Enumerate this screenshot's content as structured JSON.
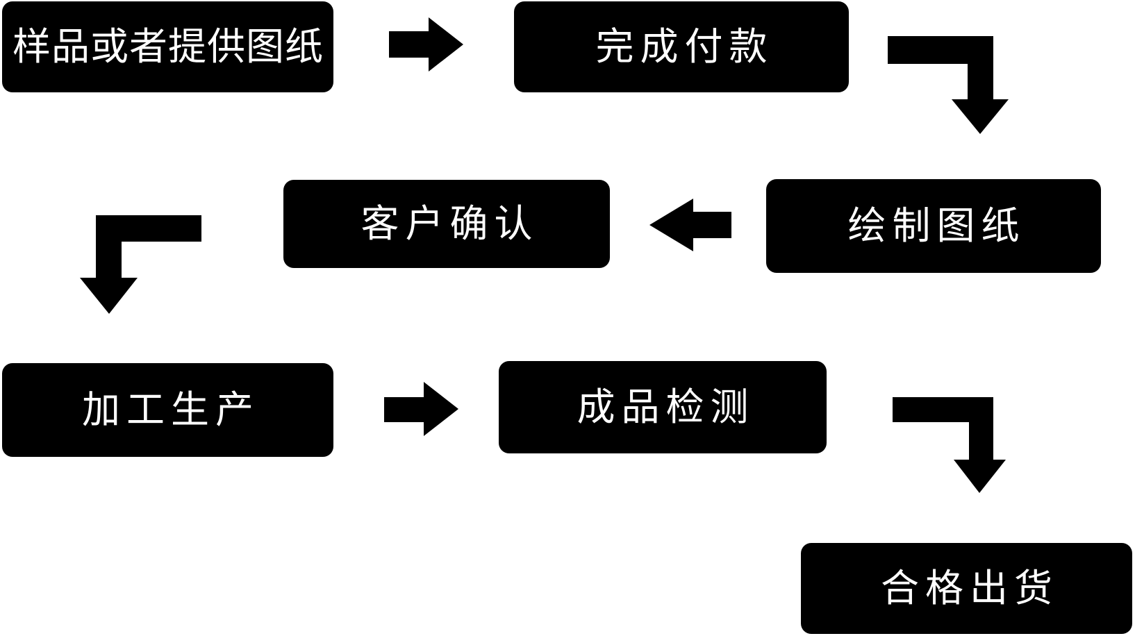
{
  "diagram": {
    "background_color": "#ffffff",
    "node_fill_color": "#000000",
    "node_text_color": "#ffffff",
    "arrow_color": "#000000",
    "nodes": [
      {
        "id": "sample-or-drawing",
        "label": "样品或者提供图纸"
      },
      {
        "id": "complete-payment",
        "label": "完成付款"
      },
      {
        "id": "draft-drawing",
        "label": "绘制图纸"
      },
      {
        "id": "customer-confirmation",
        "label": "客户确认"
      },
      {
        "id": "processing-production",
        "label": "加工生产"
      },
      {
        "id": "finished-product-inspection",
        "label": "成品检测"
      },
      {
        "id": "qualified-shipment",
        "label": "合格出货"
      }
    ],
    "edges": [
      {
        "from": "样品或者提供图纸",
        "to": "完成付款",
        "arrow": "right"
      },
      {
        "from": "完成付款",
        "to": "绘制图纸",
        "arrow": "elbow-down"
      },
      {
        "from": "绘制图纸",
        "to": "客户确认",
        "arrow": "left"
      },
      {
        "from": "客户确认",
        "to": "加工生产",
        "arrow": "elbow-down"
      },
      {
        "from": "加工生产",
        "to": "成品检测",
        "arrow": "right"
      },
      {
        "from": "成品检测",
        "to": "合格出货",
        "arrow": "elbow-down"
      }
    ]
  }
}
